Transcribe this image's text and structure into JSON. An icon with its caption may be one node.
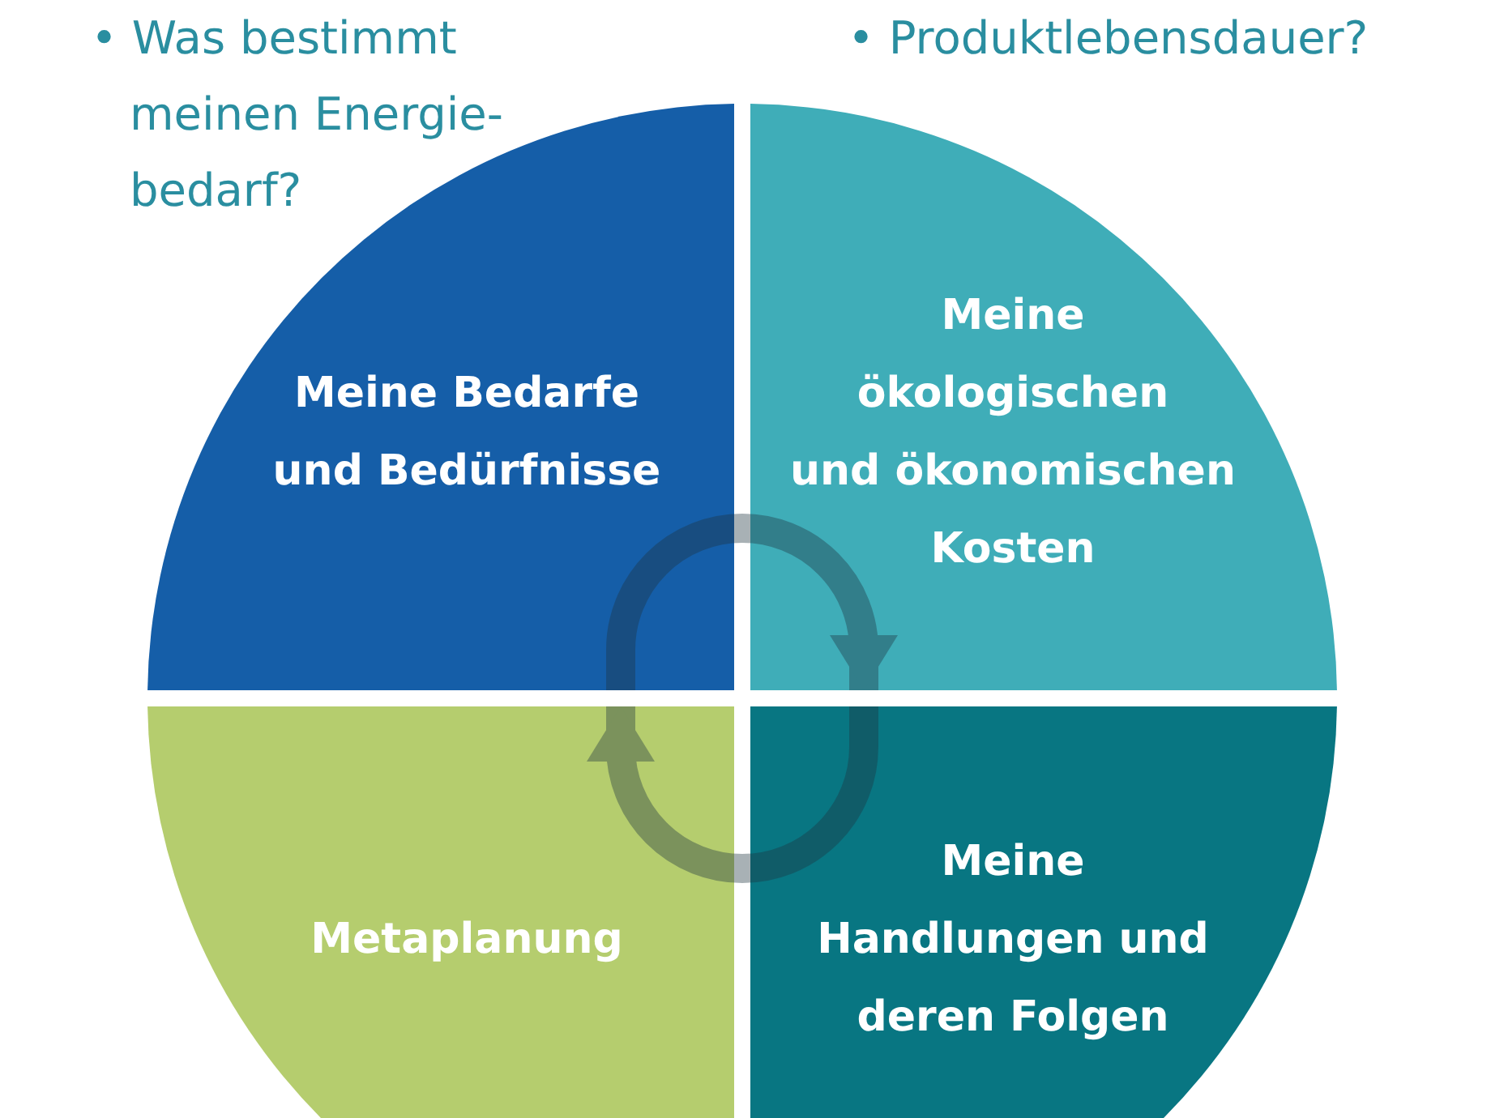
{
  "diagram": {
    "nodes": [
      {
        "text": [
          "Meine Bedarfe und Bedürfnisse"
        ]
      },
      {
        "text": [
          "Meine ökologischen und ökonomischen Kosten"
        ]
      },
      {
        "text": [
          "Metaplanung"
        ]
      },
      {
        "text": [
          "Meine Handlungen und deren Folgen"
        ]
      }
    ],
    "edges": [
      {
        "from": 0,
        "to": 1,
        "arrow": "to"
      },
      {
        "from": 3,
        "to": 2,
        "arrow": "to"
      }
    ],
    "labels": [
      "• Was bestimmt meinen Energie- bedarf?",
      "• Produktlebensdauer?"
    ]
  }
}
